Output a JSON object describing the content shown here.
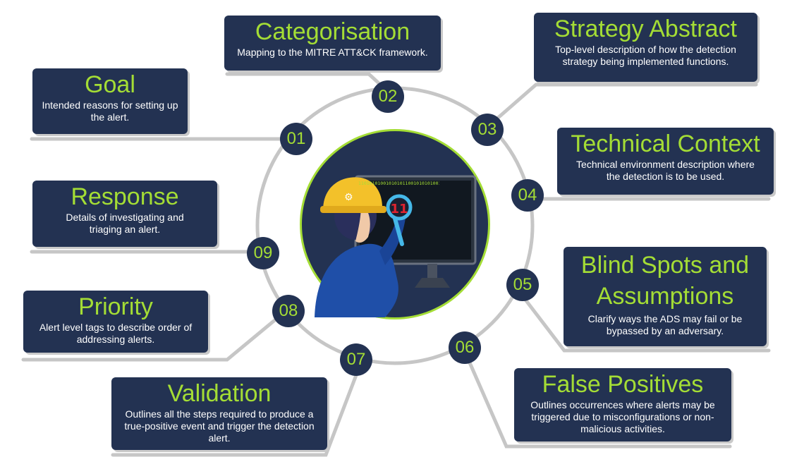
{
  "steps": [
    {
      "num": "01",
      "title": "Goal",
      "desc": "Intended reasons for setting up the alert."
    },
    {
      "num": "02",
      "title": "Categorisation",
      "desc": "Mapping to the MITRE ATT&CK framework."
    },
    {
      "num": "03",
      "title": "Strategy Abstract",
      "desc": "Top-level description of how the detection strategy being implemented functions."
    },
    {
      "num": "04",
      "title": "Technical Context",
      "desc": "Technical environment description where the detection is to be used."
    },
    {
      "num": "05",
      "title": "Blind Spots and Assumptions",
      "desc": "Clarify ways the ADS may fail or be bypassed by an adversary."
    },
    {
      "num": "06",
      "title": "False Positives",
      "desc": "Outlines occurrences where alerts may be triggered due to misconfigurations or non-malicious activities."
    },
    {
      "num": "07",
      "title": "Validation",
      "desc": "Outlines all the steps required to produce a true-positive event and trigger the detection alert."
    },
    {
      "num": "08",
      "title": "Priority",
      "desc": "Alert level tags to describe order of addressing alerts."
    },
    {
      "num": "09",
      "title": "Response",
      "desc": "Details of investigating and triaging an alert."
    }
  ],
  "hub": {
    "magnifier_text": "11"
  },
  "colors": {
    "navy": "#233252",
    "accent": "#a4dd35",
    "ring": "#c6c6c6",
    "helmet": "#f3c12a",
    "shirt": "#1f4fa8",
    "magnifier": "#45b8e8",
    "alert": "#e0242f"
  }
}
